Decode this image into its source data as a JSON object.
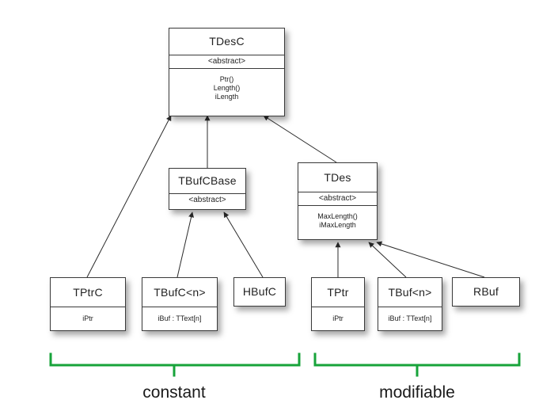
{
  "classes": {
    "tdesc": {
      "name": "TDesC",
      "stereotype": "<abstract>",
      "members": [
        "Ptr()",
        "Length()",
        "iLength"
      ]
    },
    "tbufcbase": {
      "name": "TBufCBase",
      "stereotype": "<abstract>"
    },
    "tdes": {
      "name": "TDes",
      "stereotype": "<abstract>",
      "members": [
        "MaxLength()",
        "iMaxLength"
      ]
    },
    "tptrc": {
      "name": "TPtrC",
      "members": [
        "iPtr"
      ]
    },
    "tbufc": {
      "name": "TBufC<n>",
      "members": [
        "iBuf : TText[n]"
      ]
    },
    "hbufc": {
      "name": "HBufC"
    },
    "tptr": {
      "name": "TPtr",
      "members": [
        "iPtr"
      ]
    },
    "tbuf": {
      "name": "TBuf<n>",
      "members": [
        "iBuf : TText[n]"
      ]
    },
    "rbuf": {
      "name": "RBuf"
    }
  },
  "groups": {
    "constant": {
      "label": "constant",
      "color": "#17a33a"
    },
    "modifiable": {
      "label": "modifiable",
      "color": "#17a33a"
    }
  },
  "colors": {
    "line": "#2b2b2b",
    "bracket": "#17a33a"
  }
}
